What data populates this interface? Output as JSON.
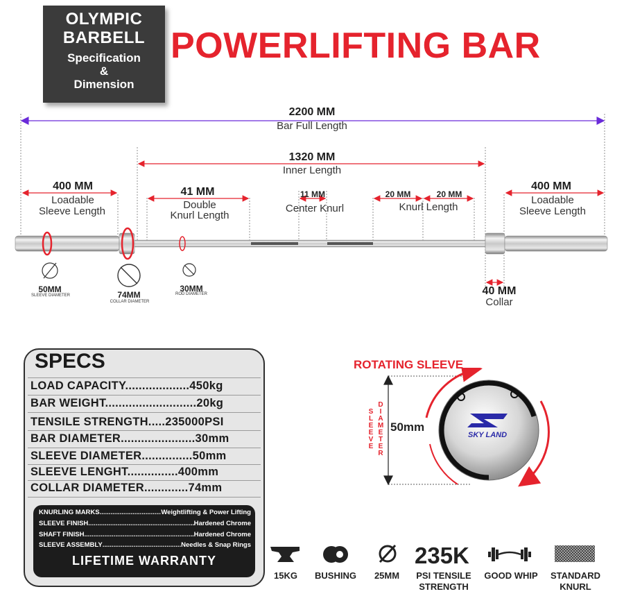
{
  "header": {
    "badge_line1": "OLYMPIC",
    "badge_line2": "BARBELL",
    "badge_line3": "Specification",
    "badge_line4": "&",
    "badge_line5": "Dimension",
    "title": "POWERLIFTING BAR"
  },
  "dimensions": {
    "full": {
      "value": "2200 MM",
      "label": "Bar Full Length"
    },
    "inner": {
      "value": "1320 MM",
      "label": "Inner Length"
    },
    "sleeve_left": {
      "value": "400 MM",
      "label1": "Loadable",
      "label2": "Sleeve Length"
    },
    "sleeve_right": {
      "value": "400 MM",
      "label1": "Loadable",
      "label2": "Sleeve Length"
    },
    "double_knurl": {
      "value": "41 MM",
      "label1": "Double",
      "label2": "Knurl Length"
    },
    "center_knurl": {
      "value": "11 MM",
      "label": "Center Knurl"
    },
    "knurl_a": {
      "value": "20 MM"
    },
    "knurl_b": {
      "value": "20 MM"
    },
    "knurl_label": "Knurl Length",
    "collar": {
      "value": "40 MM",
      "label": "Collar"
    }
  },
  "diameters": {
    "sleeve": {
      "value": "50MM",
      "caption": "SLEEVE DIAMETER"
    },
    "collar": {
      "value": "74MM",
      "caption": "COLLAR DIAMETER"
    },
    "rod": {
      "value": "30MM",
      "caption": "ROD DIAMETER"
    }
  },
  "specs": {
    "title": "SPECS",
    "rows": [
      "LOAD CAPACITY...................450kg",
      "BAR WEIGHT...........................20kg",
      "TENSILE STRENGTH.....235000PSI",
      "BAR DIAMETER......................30mm",
      "SLEEVE DIAMETER...............50mm",
      "SLEEVE LENGHT...............400mm",
      "COLLAR DIAMETER.............74mm"
    ],
    "finishes": [
      {
        "key": "KNURLING MARKS",
        "value": "Weightlifting & Power Lifting"
      },
      {
        "key": "SLEEVE FINISH",
        "value": "Hardened Chrome"
      },
      {
        "key": "SHAFT FINISH",
        "value": "Hardened Chrome"
      },
      {
        "key": "SLEEVE ASSEMBLY",
        "value": "Needles & Snap Rings"
      }
    ],
    "warranty": "LIFETIME  WARRANTY"
  },
  "sleeve_detail": {
    "title": "ROTATING SLEEVE",
    "vertical_word1": "SLEEVE",
    "vertical_word2": "DIAMETER",
    "measure": "50mm",
    "brand": "SKY LAND"
  },
  "features": {
    "weight": {
      "icon": "anvil-icon",
      "label": "15KG"
    },
    "bushing": {
      "icon": "bushing-icon",
      "label": "BUSHING"
    },
    "diameter": {
      "icon": "diameter-icon",
      "label": "25MM"
    },
    "tensile": {
      "big": "235K",
      "label1": "PSI TENSILE",
      "label2": "STRENGTH"
    },
    "whip": {
      "icon": "barbell-icon",
      "label": "GOOD WHIP"
    },
    "knurl": {
      "icon": "knurl-pattern-icon",
      "label1": "STANDARD",
      "label2": "KNURL"
    }
  },
  "colors": {
    "accent_red": "#e5232d",
    "badge_dark": "#3b3b3b",
    "arrow_purple": "#6a2bd9"
  }
}
